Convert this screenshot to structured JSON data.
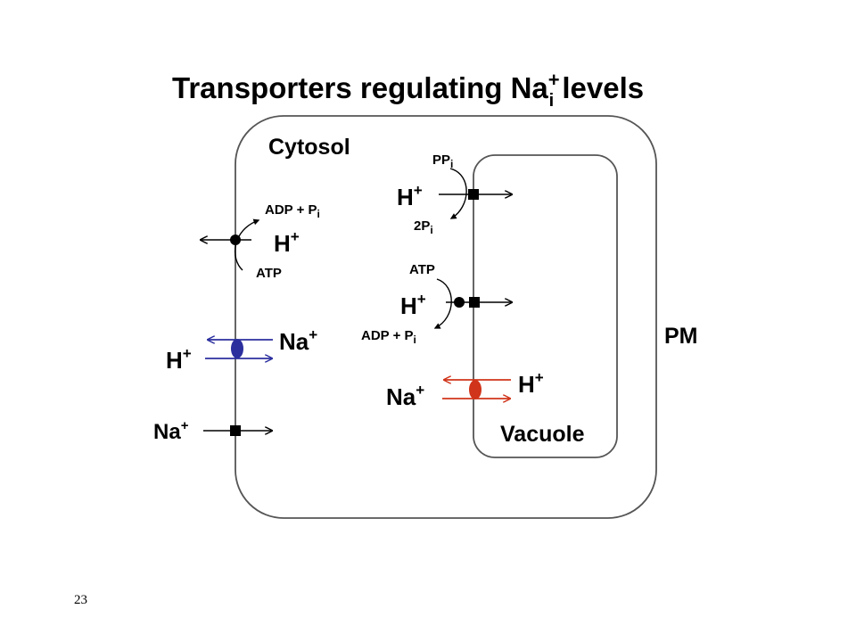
{
  "slide": {
    "title_main": "Transporters regulating Na",
    "title_sup": "+",
    "title_sub": "i",
    "title_tail": " levels",
    "page_number": "23"
  },
  "compartments": {
    "cytosol": "Cytosol",
    "vacuole": "Vacuole",
    "plasma_membrane": "PM"
  },
  "transporters": {
    "pm_h_atpase": {
      "ion": "H",
      "ion_charge": "+",
      "product_main": "ADP + P",
      "product_sub": "i",
      "substrate": "ATP"
    },
    "pm_na_h_antiporter": {
      "ion_out": "Na",
      "ion_out_charge": "+",
      "ion_in": "H",
      "ion_in_charge": "+"
    },
    "pm_na_channel": {
      "ion": "Na",
      "ion_charge": "+"
    },
    "vacuolar_h_ppase": {
      "substrate_main": "PP",
      "substrate_sub": "i",
      "ion": "H",
      "ion_charge": "+",
      "product_main": "2P",
      "product_sub": "i"
    },
    "vacuolar_h_atpase": {
      "substrate": "ATP",
      "ion": "H",
      "ion_charge": "+",
      "product_main": "ADP + P",
      "product_sub": "i"
    },
    "vacuolar_na_h_antiporter": {
      "ion_out": "H",
      "ion_out_charge": "+",
      "ion_in": "Na",
      "ion_in_charge": "+"
    }
  },
  "colors": {
    "pm_antiporter": "#2b2f9e",
    "vacuolar_antiporter": "#d0341a",
    "membrane": "#555555",
    "ink": "#000000"
  }
}
